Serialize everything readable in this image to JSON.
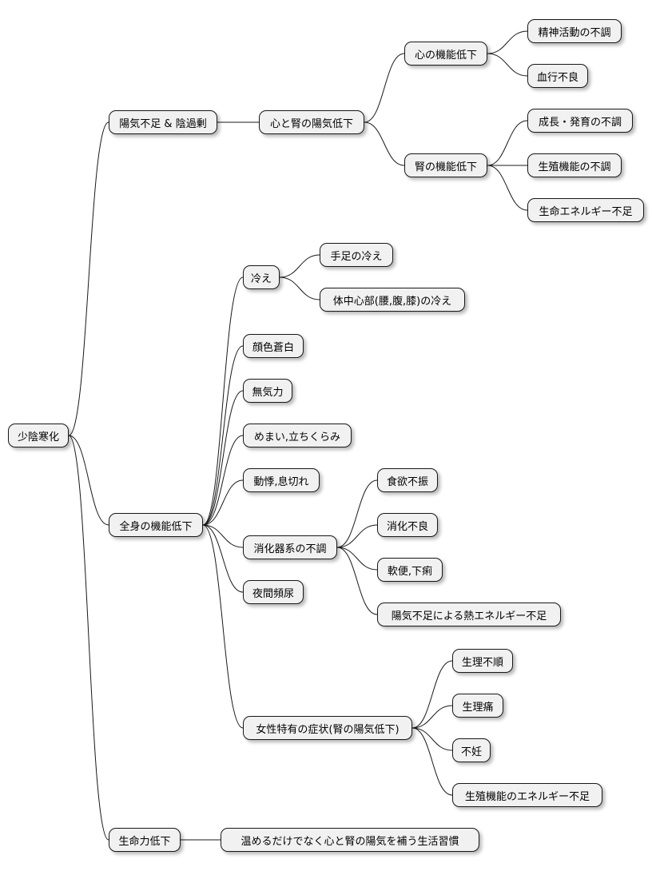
{
  "mindmap": {
    "root": "少陰寒化",
    "branch1": {
      "label": "陽気不足 & 陰過剰",
      "child": "心と腎の陽気低下",
      "heart": {
        "label": "心の機能低下",
        "items": [
          "精神活動の不調",
          "血行不良"
        ]
      },
      "kidney": {
        "label": "腎の機能低下",
        "items": [
          "成長・発育の不調",
          "生殖機能の不調",
          "生命エネルギー不足"
        ]
      }
    },
    "branch2": {
      "label": "全身の機能低下",
      "cold": {
        "label": "冷え",
        "items": [
          "手足の冷え",
          "体中心部(腰,腹,膝)の冷え"
        ]
      },
      "pale": "顔色蒼白",
      "lethargy": "無気力",
      "dizzy": "めまい,立ちくらみ",
      "palpitation": "動悸,息切れ",
      "digestive": {
        "label": "消化器系の不調",
        "items": [
          "食欲不振",
          "消化不良",
          "軟便,下痢",
          "陽気不足による熱エネルギー不足"
        ]
      },
      "nocturia": "夜間頻尿",
      "female": {
        "label": "女性特有の症状(腎の陽気低下)",
        "items": [
          "生理不順",
          "生理痛",
          "不妊",
          "生殖機能のエネルギー不足"
        ]
      }
    },
    "branch3": {
      "label": "生命力低下",
      "child": "温めるだけでなく心と腎の陽気を補う生活習慣"
    }
  }
}
